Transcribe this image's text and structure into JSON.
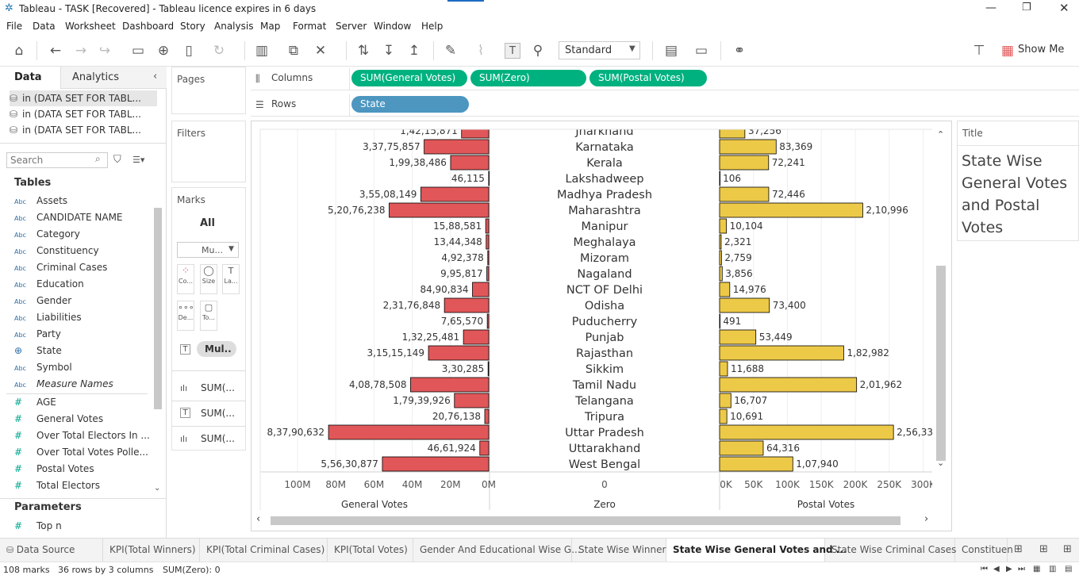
{
  "window": {
    "title": "Tableau - TASK [Recovered] - Tableau licence expires in 6 days"
  },
  "menu": [
    "File",
    "Data",
    "Worksheet",
    "Dashboard",
    "Story",
    "Analysis",
    "Map",
    "Format",
    "Server",
    "Window",
    "Help"
  ],
  "toolbar": {
    "fit_select": "Standard",
    "show_me": "Show Me"
  },
  "left": {
    "tab_data": "Data",
    "tab_analytics": "Analytics",
    "datasources": [
      "in (DATA SET FOR TABL...",
      "in (DATA SET FOR TABL...",
      "in (DATA SET FOR TABL..."
    ],
    "search_placeholder": "Search",
    "tables_header": "Tables",
    "dimensions": [
      {
        "type": "Abc",
        "name": "Assets"
      },
      {
        "type": "Abc",
        "name": "CANDIDATE NAME"
      },
      {
        "type": "Abc",
        "name": "Category"
      },
      {
        "type": "Abc",
        "name": "Constituency"
      },
      {
        "type": "Abc",
        "name": "Criminal Cases"
      },
      {
        "type": "Abc",
        "name": "Education"
      },
      {
        "type": "Abc",
        "name": "Gender"
      },
      {
        "type": "Abc",
        "name": "Liabilities"
      },
      {
        "type": "Abc",
        "name": "Party"
      },
      {
        "type": "globe",
        "name": "State"
      },
      {
        "type": "Abc",
        "name": "Symbol"
      },
      {
        "type": "Abc",
        "name": "Measure Names"
      }
    ],
    "measures": [
      "AGE",
      "General Votes",
      "Over Total Electors  In ...",
      "Over Total Votes Polle...",
      "Postal Votes",
      "Total Electors"
    ],
    "parameters_header": "Parameters",
    "parameters": [
      "Top n"
    ]
  },
  "cards": {
    "pages": "Pages",
    "filters": "Filters",
    "marks": "Marks",
    "all": "All",
    "mark_type": "Mu...",
    "mark_buttons": [
      "Co...",
      "Size",
      "La...",
      "De...",
      "To..."
    ],
    "measure_names_pill": "Mul..",
    "sum_rows": [
      "SUM(...",
      "SUM(...",
      "SUM(..."
    ]
  },
  "shelves": {
    "columns_label": "Columns",
    "rows_label": "Rows",
    "columns": [
      "SUM(General Votes)",
      "SUM(Zero)",
      "SUM(Postal Votes)"
    ],
    "rows": [
      "State"
    ]
  },
  "chart_data": {
    "type": "bar",
    "categories": [
      "Jharkhand",
      "Karnataka",
      "Kerala",
      "Lakshadweep",
      "Madhya Pradesh",
      "Maharashtra",
      "Manipur",
      "Meghalaya",
      "Mizoram",
      "Nagaland",
      "NCT OF Delhi",
      "Odisha",
      "Puducherry",
      "Punjab",
      "Rajasthan",
      "Sikkim",
      "Tamil Nadu",
      "Telangana",
      "Tripura",
      "Uttar Pradesh",
      "Uttarakhand",
      "West Bengal"
    ],
    "series": [
      {
        "name": "General Votes",
        "values": [
          14215871,
          33775857,
          19938486,
          46115,
          35508149,
          52076238,
          1588581,
          1344348,
          492378,
          995817,
          8490834,
          23176848,
          765570,
          13225481,
          31515149,
          330285,
          40878508,
          17939926,
          2076138,
          83790632,
          4661924,
          55630877
        ],
        "labels": [
          "1,42,15,871",
          "3,37,75,857",
          "1,99,38,486",
          "46,115",
          "3,55,08,149",
          "5,20,76,238",
          "15,88,581",
          "13,44,348",
          "4,92,378",
          "9,95,817",
          "84,90,834",
          "2,31,76,848",
          "7,65,570",
          "1,32,25,481",
          "3,15,15,149",
          "3,30,285",
          "4,08,78,508",
          "1,79,39,926",
          "20,76,138",
          "8,37,90,632",
          "46,61,924",
          "5,56,30,877"
        ]
      },
      {
        "name": "Postal Votes",
        "values": [
          37256,
          83369,
          72241,
          106,
          72446,
          210996,
          10104,
          2321,
          2759,
          3856,
          14976,
          73400,
          491,
          53449,
          182982,
          11688,
          201962,
          16707,
          10691,
          256330,
          64316,
          107940
        ],
        "labels": [
          "37,256",
          "83,369",
          "72,241",
          "106",
          "72,446",
          "2,10,996",
          "10,104",
          "2,321",
          "2,759",
          "3,856",
          "14,976",
          "73,400",
          "491",
          "53,449",
          "1,82,982",
          "11,688",
          "2,01,962",
          "16,707",
          "10,691",
          "2,56,33",
          "64,316",
          "1,07,940"
        ]
      }
    ],
    "general_axis": {
      "title": "General Votes",
      "ticks": [
        "100M",
        "80M",
        "60M",
        "40M",
        "20M",
        "0M"
      ],
      "range": [
        0,
        100000000
      ],
      "reversed": true
    },
    "zero_axis": {
      "title": "Zero",
      "ticks": [
        "0"
      ]
    },
    "postal_axis": {
      "title": "Postal Votes",
      "ticks": [
        "0K",
        "50K",
        "100K",
        "150K",
        "200K",
        "250K",
        "300K"
      ],
      "range": [
        0,
        300000
      ]
    },
    "colors": {
      "general": "#e15759",
      "postal": "#edc948"
    }
  },
  "titlecard": {
    "header": "Title",
    "text": "State Wise General Votes and Postal Votes"
  },
  "tabs": [
    "Data Source",
    "KPI(Total Winners)",
    "KPI(Total Criminal Cases)",
    "KPI(Total Votes)",
    "Gender And Educational Wise G...",
    "State Wise Winner",
    "State Wise General Votes and ...",
    "State Wise Criminal Cases",
    "Constituen"
  ],
  "active_tab": "State Wise General Votes and ...",
  "status": {
    "marks": "108 marks",
    "rows": "36 rows  by  3 columns",
    "sum": "SUM(Zero): 0"
  }
}
